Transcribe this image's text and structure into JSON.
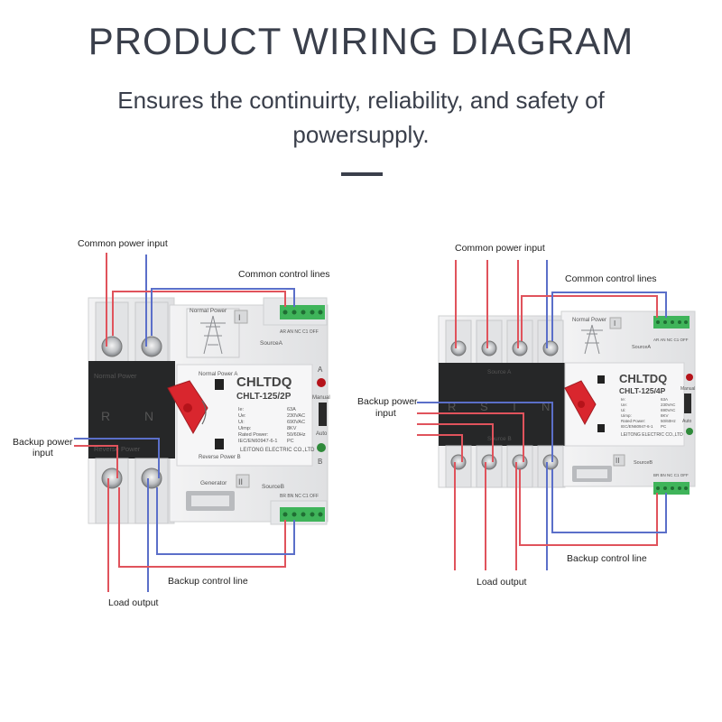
{
  "header": {
    "title": "PRODUCT WIRING DIAGRAM",
    "subtitle": "Ensures the continuirty, reliability, and safety of powersupply."
  },
  "colors": {
    "text": "#3a3f4b",
    "wire_red": "#e0535c",
    "wire_blue": "#5b6fc9",
    "knob": "#d9262e",
    "terminal_green": "#3fb45a",
    "device_body": "#e9eaec",
    "device_dark": "#262728"
  },
  "left_device": {
    "brand": "CHLTDQ",
    "model": "CHLT-125/2P",
    "spec_labels": "Ie:\nUe:\nUi:\nUimp:\nRated Power:\nIEC/EN60947-6-1",
    "spec_values": "63A\n230VAC\n690VAC\n8KV\n50/60Hz\nPC",
    "manufacturer": "LEITONG ELECTRIC CO.,LTD",
    "normal_power": "Normal Power",
    "reverse_power": "Reverse Power",
    "normal_power_a": "Normal Power A",
    "reverse_power_b": "Reverse Power B",
    "source_a": "SourceA",
    "source_b": "SourceB",
    "generator": "Generator",
    "roman_1": "I",
    "roman_2": "II",
    "indicator_a": "A",
    "indicator_b": "B",
    "manual": "Manual",
    "auto": "Auto",
    "phase_r": "R",
    "phase_n": "N",
    "term_labels_top": "AR AN NC C1 OFF",
    "term_labels_bottom": "BR BN NC C1 OFF"
  },
  "right_device": {
    "brand": "CHLTDQ",
    "model": "CHLT-125/4P",
    "spec_labels": "Ie:\nUe:\nUi:\nUimp:\nRated Power:\nIEC/EN60947-6-1",
    "spec_values": "63A\n230VAC\n690VAC\n8KV\n50/60Hz\nPC",
    "manufacturer": "LEITONG ELECTRIC CO.,LTD",
    "normal_power": "Normal Power",
    "source_a": "Source A",
    "source_b": "Source B",
    "source_a_small": "SourceA",
    "source_b_small": "SourceB",
    "roman_1": "I",
    "roman_2": "II",
    "manual": "Manual",
    "auto": "Auto",
    "phase_r": "R",
    "phase_s": "S",
    "phase_t": "T",
    "phase_n": "N",
    "term_labels_top": "AR AN NC C1 OFF",
    "term_labels_bottom": "BR BN NC C1 OFF"
  },
  "left_labels": {
    "common_power_input": "Common power input",
    "common_control_lines": "Common control lines",
    "backup_power_input": "Backup power\ninput",
    "backup_control_line": "Backup control line",
    "load_output": "Load output"
  },
  "right_labels": {
    "common_power_input": "Common power input",
    "common_control_lines": "Common control lines",
    "backup_power_input": "Backup power\ninput",
    "backup_control_line": "Backup control line",
    "load_output": "Load output"
  }
}
